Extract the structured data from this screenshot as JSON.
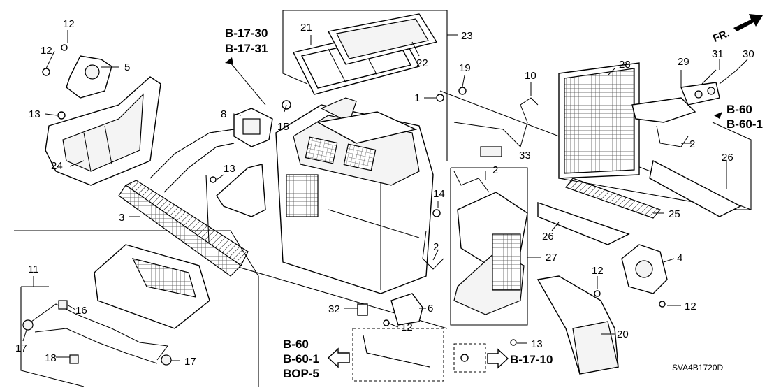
{
  "callouts": {
    "c1": "1",
    "c2a": "2",
    "c2b": "2",
    "c2c": "2",
    "c3": "3",
    "c4": "4",
    "c5": "5",
    "c6": "6",
    "c8": "8",
    "c10": "10",
    "c11": "11",
    "c12a": "12",
    "c12b": "12",
    "c12c": "12",
    "c12d": "12",
    "c12e": "12",
    "c13a": "13",
    "c13b": "13",
    "c13c": "13",
    "c14": "14",
    "c15": "15",
    "c16": "16",
    "c17a": "17",
    "c17b": "17",
    "c18": "18",
    "c19": "19",
    "c20": "20",
    "c21": "21",
    "c22": "22",
    "c23": "23",
    "c24": "24",
    "c25": "25",
    "c26a": "26",
    "c26b": "26",
    "c27": "27",
    "c28": "28",
    "c29": "29",
    "c30": "30",
    "c31": "31",
    "c32": "32",
    "c33": "33"
  },
  "references": {
    "top_left_1": "B-17-30",
    "top_left_2": "B-17-31",
    "right_1": "B-60",
    "right_2": "B-60-1",
    "bottom_1": "B-60",
    "bottom_2": "B-60-1",
    "bottom_3": "BOP-5",
    "bottom_right": "B-17-10"
  },
  "direction_label": "FR.",
  "diagram_code": "SVA4B1720D",
  "icons": [
    "front-direction-arrow-icon",
    "hollow-left-arrow-icon",
    "hollow-right-arrow-icon"
  ]
}
